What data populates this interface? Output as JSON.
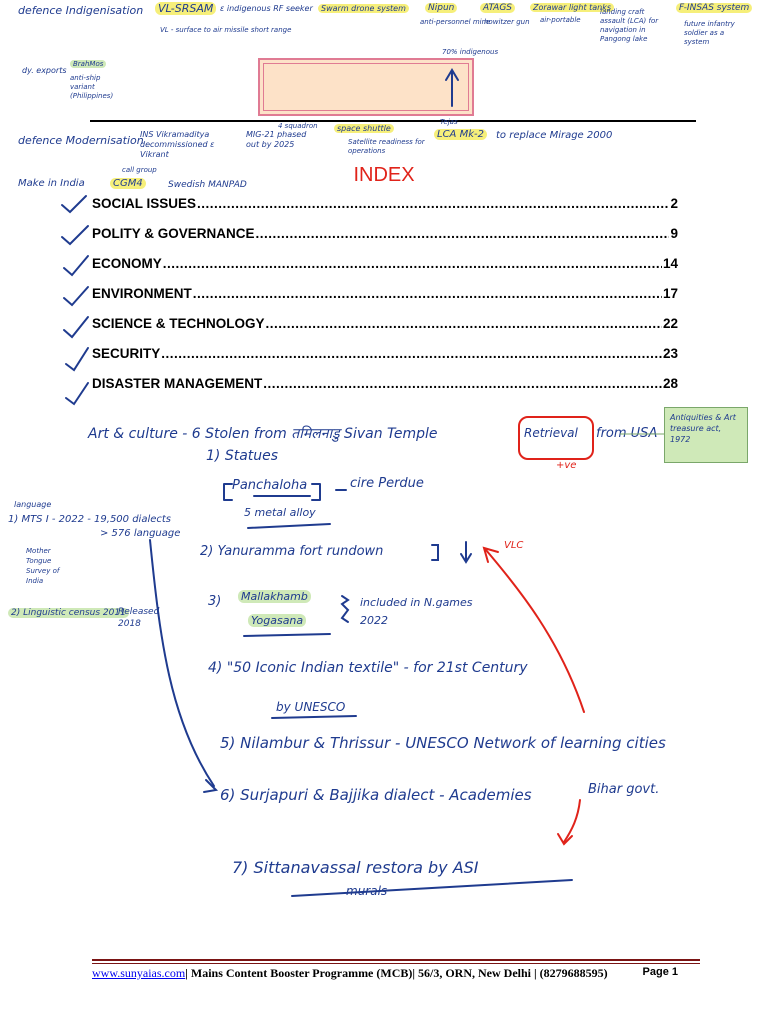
{
  "top_notes": {
    "defence_indig": "defence Indigenisation",
    "vl_srsam": "VL-SRSAM",
    "vl_desc": "ε indigenous RF seeker",
    "swarm": "Swarm drone system",
    "nipun": "Nipun",
    "nipun_desc": "anti-personnel mine",
    "atags": "ATAGS",
    "atags_desc": "howitzer gun",
    "zorawar": "Zorawar light tanks",
    "zorawar_desc": "air-portable",
    "landing": "landing craft assault (LCA) for navigation in Pangong lake",
    "finsas": "F-INSAS system",
    "finsas_desc": "future infantry soldier as a system",
    "dy_exports": "dy. exports",
    "brahmos": "BrahMos",
    "brahmos_desc": "anti-ship variant (Philippines)",
    "indig_pct": "70% indigenous",
    "vl_desc2": "VL - surface to air missile short range"
  },
  "mod_notes": {
    "defence_mod": "defence Modernisation",
    "ins": "INS Vikramaditya decommissioned ε Vikrant",
    "mig": "MIG-21 phased out by 2025",
    "squadron": "4 squadron",
    "space": "space shuttle",
    "sat": "Satellite readiness for operations",
    "tejas": "Tejas",
    "lca": "LCA Mk-2",
    "replace": "to replace Mirage 2000",
    "make_india": "Make in India",
    "cgm4": "CGM4",
    "callgroup": "call group",
    "swedish": "Swedish MANPAD"
  },
  "index": {
    "title": "INDEX",
    "items": [
      {
        "label": "SOCIAL ISSUES",
        "page": "2"
      },
      {
        "label": "POLITY & GOVERNANCE",
        "page": "9"
      },
      {
        "label": "ECONOMY",
        "page": "14"
      },
      {
        "label": "ENVIRONMENT",
        "page": "17"
      },
      {
        "label": "SCIENCE & TECHNOLOGY",
        "page": "22"
      },
      {
        "label": "SECURITY",
        "page": "23"
      },
      {
        "label": "DISASTER MANAGEMENT",
        "page": "28"
      }
    ]
  },
  "art_notes": {
    "heading": "Art & culture - 6 Stolen from तमिलनाडु Sivan Temple",
    "retrieval": "Retrieval",
    "from_usa": "from USA",
    "plus_ve": "+ve",
    "antiquities": "Antiquities & Art treasure act, 1972",
    "statues": "1) Statues",
    "panchaloha": "Panchaloha",
    "cire": "cire Perdue",
    "metal": "5 metal alloy",
    "item2": "2) Yanuramma fort rundown",
    "vlc": "VLC",
    "item3a": "Mallakhamb",
    "item3b": "Yogasana",
    "item3_num": "3)",
    "included": "included in N.games 2022",
    "item4": "4) \"50 Iconic Indian textile\" - for 21st Century",
    "by_unesco": "by UNESCO",
    "item5": "5) Nilambur & Thrissur - UNESCO Network of learning cities",
    "item6": "6) Surjapuri & Bajjika dialect - Academies",
    "bihar": "Bihar govt.",
    "item7": "7) Sittanavassal restora by ASI",
    "murals": "murals",
    "language": "language",
    "mts": "1) MTS I - 2022 - 19,500 dialects",
    "lang576": "> 576 language",
    "mother": "Mother Tongue Survey of India",
    "linguistic": "2) Linguistic census 2011",
    "released": "Released 2018"
  },
  "footer": {
    "url": "www.sunyaias.com",
    "text": "| Mains Content Booster Programme (MCB)|   56/3, ORN, New Delhi | (8279688595)",
    "page_label": "Page 1"
  }
}
